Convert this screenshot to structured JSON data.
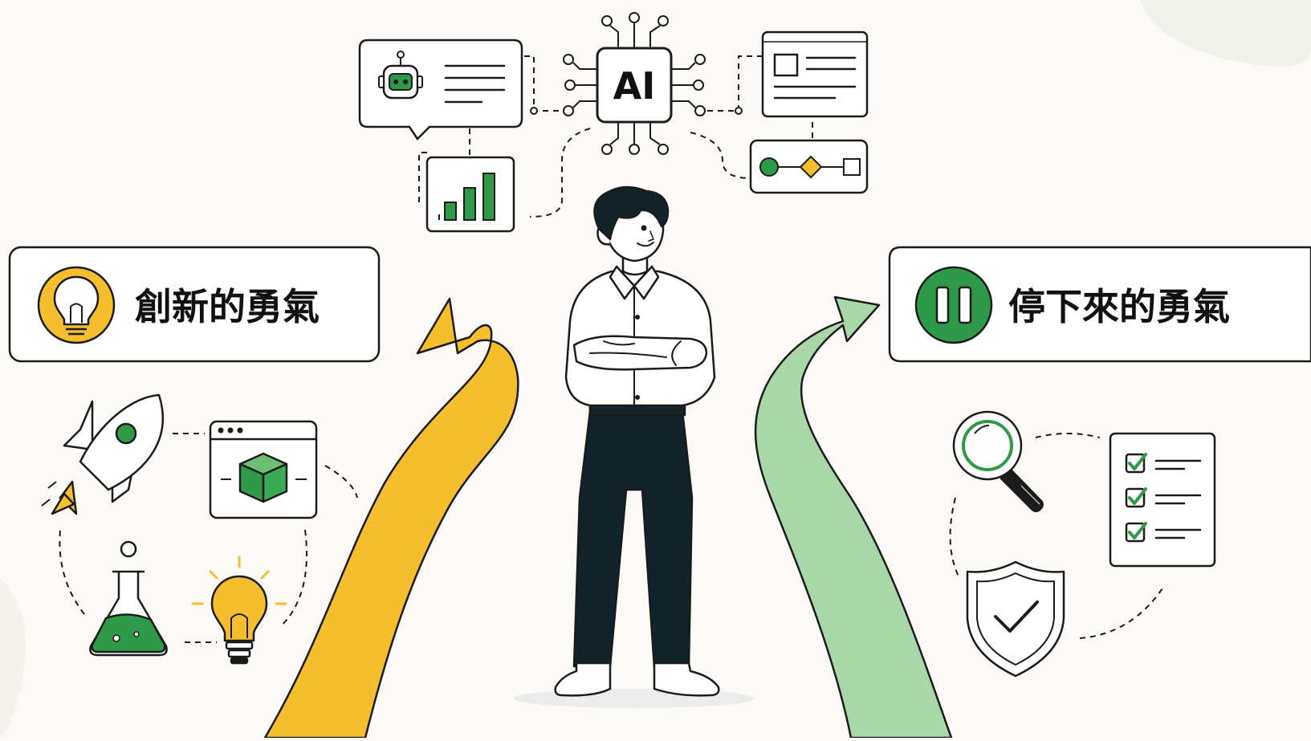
{
  "ai_chip": {
    "label": "AI"
  },
  "left_card": {
    "title": "創新的勇氣",
    "icon": "lightbulb-icon"
  },
  "right_card": {
    "title": "停下來的勇氣",
    "icon": "pause-icon"
  },
  "colors": {
    "background": "#fbfaf6",
    "innovation_yellow": "#f5be2c",
    "pause_green": "#2e9a48",
    "light_green_arrow": "#a9d8a8",
    "ink": "#1b1b1b",
    "pants": "#13232a"
  }
}
